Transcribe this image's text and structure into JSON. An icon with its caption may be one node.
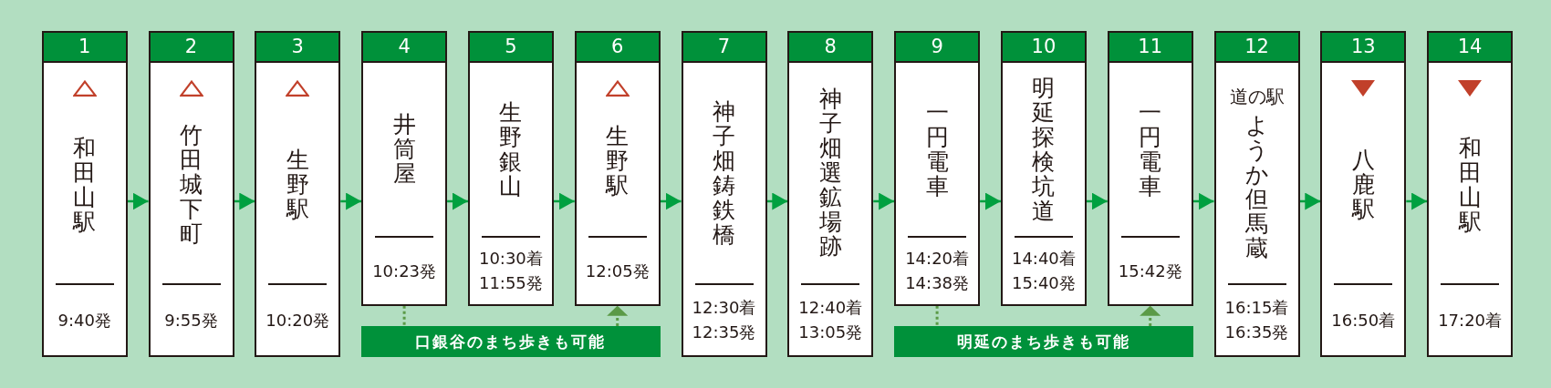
{
  "diagram": {
    "nodes": [
      {
        "text": [
          "1",
          "和田山駅",
          "9:40発"
        ]
      },
      {
        "text": [
          "2",
          "竹田城下町",
          "9:55発"
        ]
      },
      {
        "text": [
          "3",
          "生野駅",
          "10:20発"
        ]
      },
      {
        "text": [
          "4",
          "井筒屋",
          "10:23発"
        ]
      },
      {
        "text": [
          "5",
          "生野銀山",
          "10:30着 11:55発"
        ]
      },
      {
        "text": [
          "6",
          "生野駅",
          "12:05発"
        ]
      },
      {
        "text": [
          "7",
          "神子畑鋳鉄橋",
          "12:30着 12:35発"
        ]
      },
      {
        "text": [
          "8",
          "神子畑選鉱場跡",
          "12:40着 13:05発"
        ]
      },
      {
        "text": [
          "9",
          "一円電車",
          "14:20着 14:38発"
        ]
      },
      {
        "text": [
          "10",
          "明延探検坑道",
          "14:40着 15:40発"
        ]
      },
      {
        "text": [
          "11",
          "一円電車",
          "15:42発"
        ]
      },
      {
        "text": [
          "12",
          "道の駅",
          "ようか但馬蔵",
          "16:15着 16:35発"
        ]
      },
      {
        "text": [
          "13",
          "八鹿駅",
          "16:50着"
        ]
      },
      {
        "text": [
          "14",
          "和田山駅",
          "17:20着"
        ]
      },
      {
        "text": [
          "口銀谷のまち歩きも可能"
        ]
      },
      {
        "text": [
          "明延のまち歩きも可能"
        ]
      }
    ],
    "edges": [
      {
        "from": 0,
        "to": 1,
        "arrow": "to"
      },
      {
        "from": 1,
        "to": 2,
        "arrow": "to"
      },
      {
        "from": 2,
        "to": 3,
        "arrow": "to"
      },
      {
        "from": 3,
        "to": 4,
        "arrow": "to"
      },
      {
        "from": 4,
        "to": 5,
        "arrow": "to"
      },
      {
        "from": 5,
        "to": 6,
        "arrow": "to"
      },
      {
        "from": 6,
        "to": 7,
        "arrow": "to"
      },
      {
        "from": 7,
        "to": 8,
        "arrow": "to"
      },
      {
        "from": 8,
        "to": 9,
        "arrow": "to"
      },
      {
        "from": 9,
        "to": 10,
        "arrow": "to"
      },
      {
        "from": 10,
        "to": 11,
        "arrow": "to"
      },
      {
        "from": 11,
        "to": 12,
        "arrow": "to"
      },
      {
        "from": 12,
        "to": 13,
        "arrow": "to"
      },
      {
        "from": 3,
        "to": 14,
        "arrow": "none",
        "style": "dashed",
        "color": "#5b9a47"
      },
      {
        "from": 14,
        "to": 5,
        "arrow": "to",
        "style": "dashed",
        "color": "#5b9a47"
      },
      {
        "from": 8,
        "to": 15,
        "arrow": "none",
        "style": "dashed",
        "color": "#5b9a47"
      },
      {
        "from": 15,
        "to": 10,
        "arrow": "to",
        "style": "dashed",
        "color": "#5b9a47"
      }
    ]
  }
}
